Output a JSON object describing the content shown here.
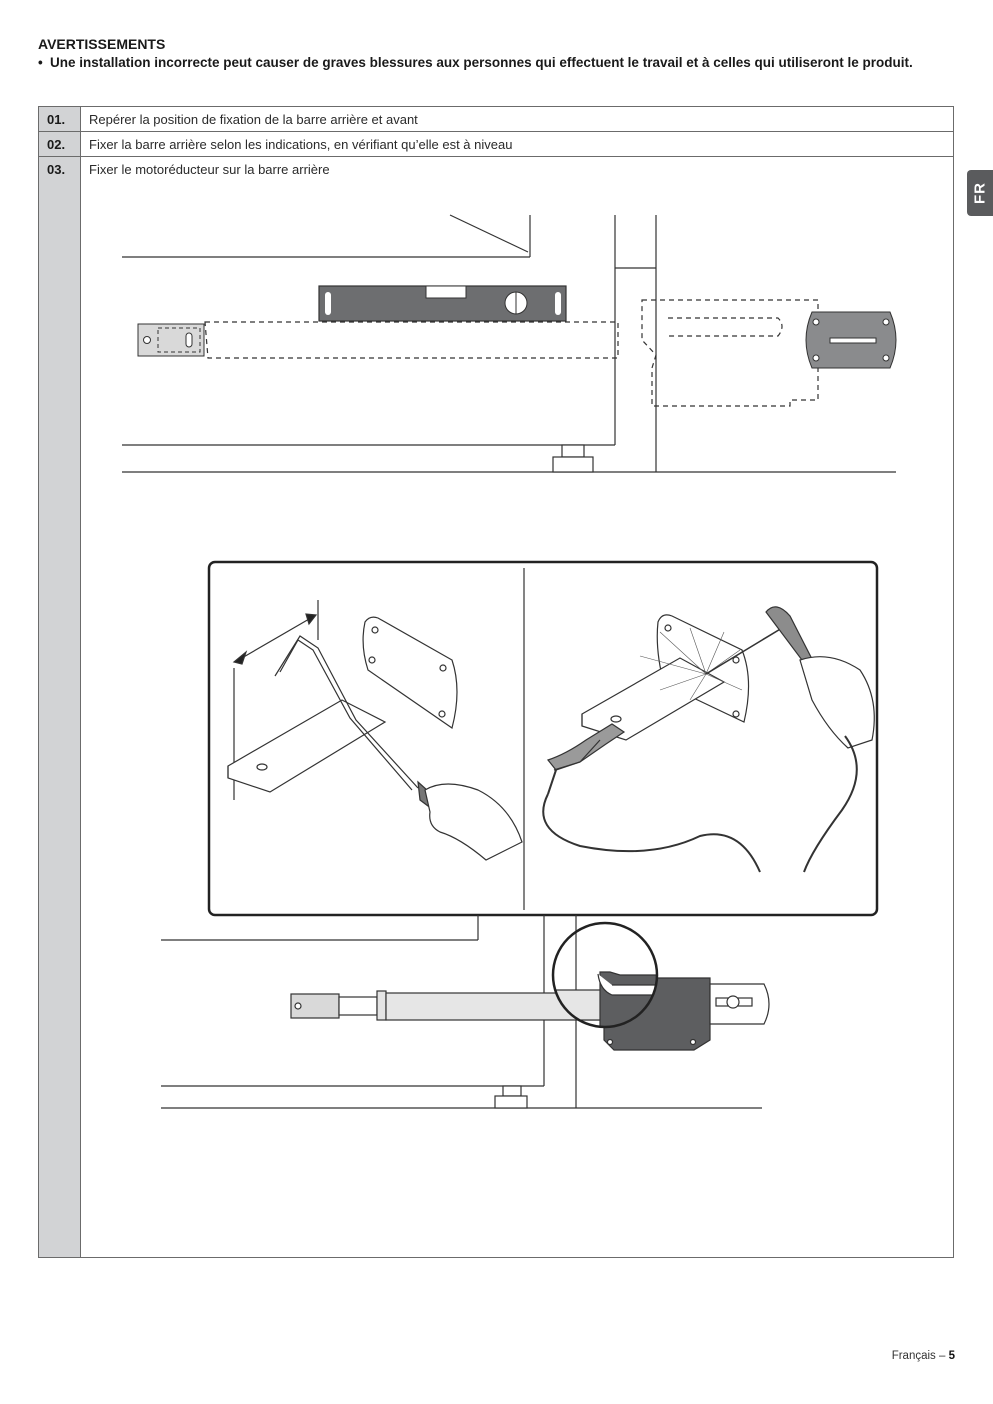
{
  "warnings": {
    "title": "AVERTISSEMENTS",
    "bullet": "•",
    "text": "Une installation incorrecte peut causer de graves blessures aux personnes qui effectuent le travail et à celles qui utiliseront le produit."
  },
  "steps": [
    {
      "number": "01.",
      "text": "Repérer la position de fixation de la barre arrière et avant"
    },
    {
      "number": "02.",
      "text": "Fixer la barre arrière selon les indications, en vérifiant qu’elle est à niveau"
    },
    {
      "number": "03.",
      "text": "Fixer le motoréducteur sur la barre arrière"
    }
  ],
  "language_tab": "FR",
  "footer": {
    "language": "Français –",
    "page": "5"
  },
  "colors": {
    "number_column": "#d2d3d5",
    "tab": "#5a5b5d",
    "level_tool": "#6d6e70",
    "motor": "#5d5e60"
  }
}
